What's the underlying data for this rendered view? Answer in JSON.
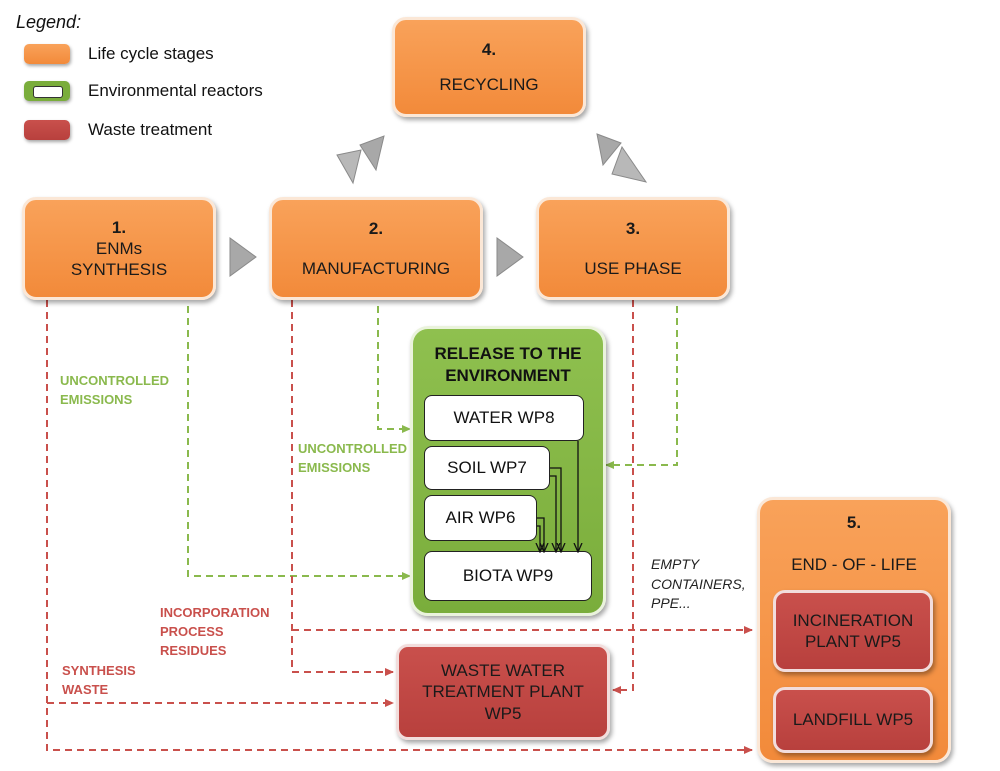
{
  "legend": {
    "title": "Legend:",
    "items": [
      {
        "label": "Life cycle stages",
        "color": "#f28a3a"
      },
      {
        "label": "Environmental reactors",
        "color": "#7aad3b"
      },
      {
        "label": "Waste treatment",
        "color": "#c9504c"
      }
    ]
  },
  "stages": {
    "recycling": {
      "num": "4.",
      "label": "RECYCLING"
    },
    "synthesis": {
      "num": "1.",
      "label1": "ENMs",
      "label2": "SYNTHESIS"
    },
    "manufacturing": {
      "num": "2.",
      "label": "MANUFACTURING"
    },
    "use_phase": {
      "num": "3.",
      "label": "USE PHASE"
    }
  },
  "environment": {
    "title1": "RELEASE TO THE",
    "title2": "ENVIRONMENT",
    "reactors": {
      "water": "WATER WP8",
      "soil": "SOIL WP7",
      "air": "AIR WP6",
      "biota": "BIOTA WP9"
    }
  },
  "end_of_life": {
    "num": "5.",
    "label": "END - OF - LIFE",
    "incineration1": "INCINERATION",
    "incineration2": "PLANT WP5",
    "landfill": "LANDFILL WP5"
  },
  "wwtp": {
    "line1": "WASTE WATER",
    "line2": "TREATMENT PLANT",
    "line3": "WP5"
  },
  "labels": {
    "uncontrolled_left_1": "UNCONTROLLED",
    "uncontrolled_left_2": "EMISSIONS",
    "uncontrolled_mid_1": "UNCONTROLLED",
    "uncontrolled_mid_2": "EMISSIONS",
    "incorporation_1": "INCORPORATION",
    "incorporation_2": "PROCESS",
    "incorporation_3": "RESIDUES",
    "synthesis_waste_1": "SYNTHESIS",
    "synthesis_waste_2": "WASTE",
    "empty_1": "EMPTY",
    "empty_2": "CONTAINERS,",
    "empty_3": "PPE..."
  },
  "colors": {
    "orange": "#f28a3a",
    "green": "#8ab94d",
    "red": "#c9504c",
    "arrow_grey": "#a8a8a8"
  }
}
